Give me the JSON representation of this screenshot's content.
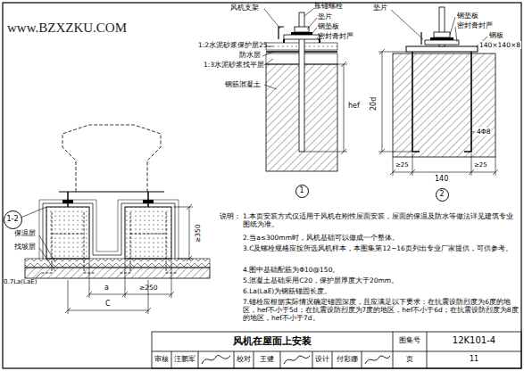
{
  "diagram": {
    "title": "风机在屋面上安装",
    "nodes": [
      {
        "text": [
          "1-2"
        ]
      },
      {
        "text": [
          "1"
        ]
      },
      {
        "text": [
          "2"
        ]
      }
    ],
    "labels": [
      "www.BZXZKU.COM",
      "风机支架",
      "胀锚螺栓",
      "1:2水泥砂浆保护层25",
      "垫片",
      "防水层",
      "钢垫板",
      "1:3水泥砂浆找平层",
      "密封膏封严",
      "钢筋混凝土",
      "hef",
      "垫片",
      "钢垫板",
      "密封膏封严",
      "钢板",
      "140×140×8",
      "20d",
      "4Φ8",
      "≥25",
      "140",
      "≥25",
      "保温层",
      "找坡层",
      "0.7La(LaE)",
      "a",
      "≥250",
      "C",
      "≥350",
      "说明：",
      "1.本页安装方式仅适用于风机在刚性屋面安装，屋面的保温及防水等做法详见建筑专业图纸为准。",
      "2.当a≤300mm时，风机基础可以做成一个整体。",
      "3.C及螺栓规格应按所选风机样本，本图集第12~16页列出专业厂家提供，可供参考。",
      "4.图中基础配筋为Φ10@150。",
      "5.混凝土基础采用C20，保护层厚度大于20mm。",
      "6.La(LaE)为钢筋锚固长度。",
      "7.锚栓应根据实际情况确定锚固深度，且应满足以下要求：在抗震设防烈度为6度的地区，hef不小于5d；在抗震设防烈度为7度的地区，hef不小于6d；在抗震设防烈度为8度的地区，hef不小于7d。",
      "图集号",
      "12K101-4",
      "审核",
      "汪鹏军",
      "校对",
      "王健",
      "设计",
      "付彩娜",
      "页",
      "11"
    ]
  }
}
